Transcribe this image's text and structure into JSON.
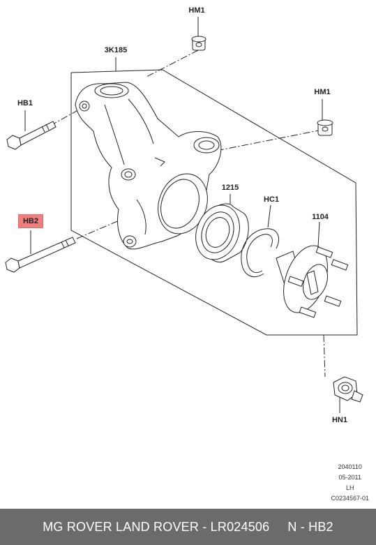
{
  "callouts": {
    "hm1_top": "HM1",
    "knuckle": "3K185",
    "hb1": "HB1",
    "hm1_right": "HM1",
    "bearing": "1215",
    "circlip": "HC1",
    "hub": "1104",
    "hb2": "HB2",
    "hn1": "HN1"
  },
  "meta": {
    "code": "2040110",
    "date": "05-2011",
    "side": "LH",
    "ref": "C0234567-01"
  },
  "footer": {
    "text": "MG ROVER LAND ROVER - LR024506     N - HB2"
  },
  "colors": {
    "highlight": "#f07e7e",
    "footer_bg": "#6b6b6b"
  }
}
